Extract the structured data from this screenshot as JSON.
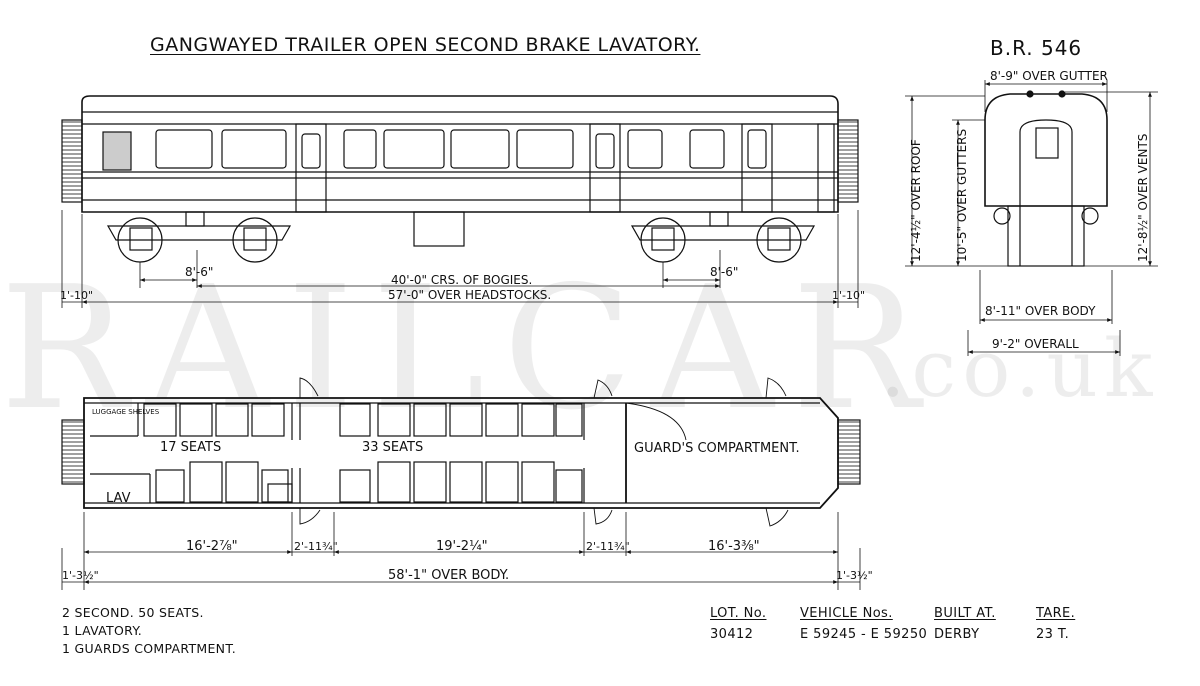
{
  "title": "GANGWAYED TRAILER OPEN SECOND BRAKE LAVATORY.",
  "diagram_no": "B.R. 546",
  "watermark": {
    "main": "RAILCAR",
    "suffix": ".co.uk"
  },
  "side_elevation": {
    "bogie_wheelbase_left": "8'-6\"",
    "bogie_wheelbase_right": "8'-6\"",
    "bogie_centres": "40'-0\" CRS. OF BOGIES.",
    "over_headstocks": "57'-0\" OVER HEADSTOCKS.",
    "end_left": "1'-10\"",
    "end_right": "1'-10\""
  },
  "end_elevation": {
    "over_gutter": "8'-9\" OVER GUTTER",
    "over_roof": "12'-4½\" OVER ROOF",
    "over_gutters": "10'-5\" OVER GUTTERS",
    "over_vents": "12'-8½\" OVER VENTS",
    "over_body": "8'-11\" OVER BODY",
    "overall": "9'-2\" OVERALL"
  },
  "plan": {
    "luggage": "LUGGAGE SHELVES",
    "seats_1": "17 SEATS",
    "seats_2": "33 SEATS",
    "lav": "LAV",
    "guards": "GUARD'S COMPARTMENT.",
    "dims": [
      "16'-2⅞\"",
      "2'-11¾\"",
      "19'-2¼\"",
      "2'-11¾\"",
      "16'-3⅜\""
    ],
    "end_left": "1'-3½\"",
    "end_right": "1'-3½\"",
    "over_body": "58'-1\" OVER BODY."
  },
  "notes": [
    "2 SECOND. 50 SEATS.",
    "1 LAVATORY.",
    "1 GUARDS COMPARTMENT."
  ],
  "lot_table": {
    "headers": [
      "LOT. No.",
      "VEHICLE Nos.",
      "BUILT AT.",
      "TARE."
    ],
    "values": [
      "30412",
      "E 59245 - E 59250",
      "DERBY",
      "23 T."
    ]
  }
}
